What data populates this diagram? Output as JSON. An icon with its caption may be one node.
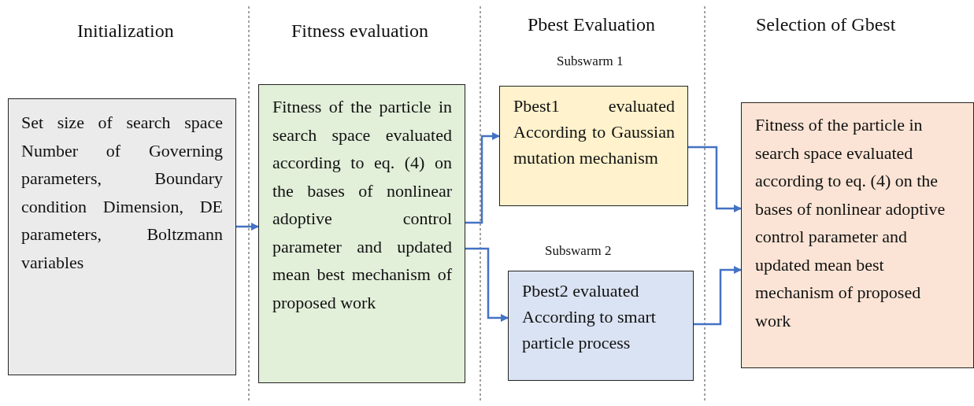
{
  "diagram": {
    "nodes": [
      {
        "text": [
          "Set size of search space Number of Governing parameters, Boundary condition Dimension, DE parameters, Boltzmann variables"
        ]
      },
      {
        "text": [
          "Fitness of the particle in search space evaluated according to eq. (4) on the bases of nonlinear adoptive control parameter and updated mean best mechanism of proposed work"
        ]
      },
      {
        "text": [
          "Pbest1 evaluated According to Gaussian mutation mechanism"
        ],
        "beside": [
          "Subswarm 1"
        ]
      },
      {
        "text": [
          "Pbest2 evaluated According to smart particle process"
        ],
        "beside": [
          "Subswarm 2"
        ]
      },
      {
        "text": [
          "Fitness of the particle in search space evaluated according to eq. (4) on the bases of nonlinear adoptive control parameter and updated mean best mechanism of proposed work"
        ]
      }
    ],
    "edges": [
      {
        "from": 0,
        "to": 1,
        "arrow": "to"
      },
      {
        "from": 1,
        "to": 2,
        "arrow": "to"
      },
      {
        "from": 1,
        "to": 3,
        "arrow": "to"
      },
      {
        "from": 2,
        "to": 4,
        "arrow": "to"
      },
      {
        "from": 3,
        "to": 4,
        "arrow": "to"
      }
    ],
    "labels": [
      "Initialization",
      "Fitness evaluation",
      "Pbest Evaluation",
      "Selection of Gbest"
    ]
  }
}
